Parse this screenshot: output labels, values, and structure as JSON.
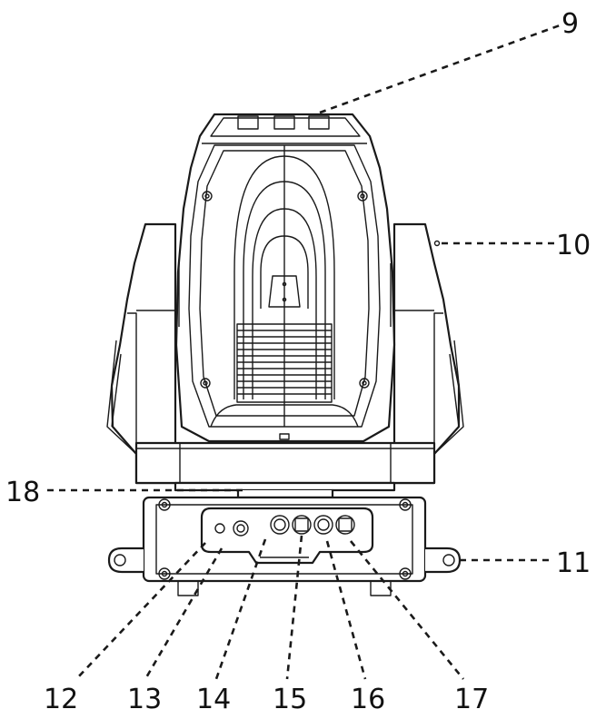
{
  "callouts": [
    {
      "id": "9",
      "label": "9"
    },
    {
      "id": "10",
      "label": "10"
    },
    {
      "id": "11",
      "label": "11"
    },
    {
      "id": "12",
      "label": "12"
    },
    {
      "id": "13",
      "label": "13"
    },
    {
      "id": "14",
      "label": "14"
    },
    {
      "id": "15",
      "label": "15"
    },
    {
      "id": "16",
      "label": "16"
    },
    {
      "id": "17",
      "label": "17"
    },
    {
      "id": "18",
      "label": "18"
    }
  ],
  "colors": {
    "stroke": "#1a1a1a",
    "background": "#ffffff"
  }
}
